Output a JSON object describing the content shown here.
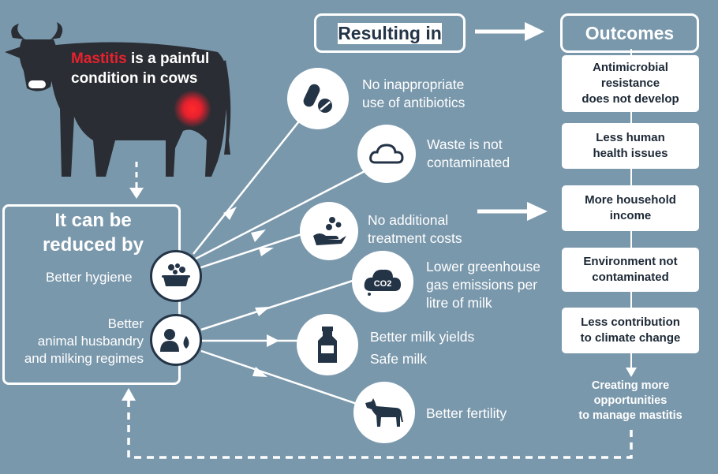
{
  "header": {
    "resulting_in": "Resulting in",
    "outcomes": "Outcomes"
  },
  "cow": {
    "highlight": "Mastitis",
    "rest_line1": " is a painful",
    "line2": "condition in cows"
  },
  "reduce": {
    "title_line1": "It can be",
    "title_line2": "reduced by",
    "hygiene": "Better hygiene",
    "husbandry_line1": "Better",
    "husbandry_line2": "animal husbandry",
    "husbandry_line3": "and milking regimes"
  },
  "results": [
    {
      "line1": "No inappropriate",
      "line2": "use of antibiotics"
    },
    {
      "line1": "Waste is not",
      "line2": "contaminated"
    },
    {
      "line1": "No additional",
      "line2": "treatment costs"
    },
    {
      "line1": "Lower greenhouse",
      "line2": "gas emissions per",
      "line3": "litre of milk"
    },
    {
      "line1": "Better milk yields",
      "line2": "Safe milk"
    },
    {
      "line1": "Better fertility"
    }
  ],
  "outcomes": [
    {
      "line1": "Antimicrobial",
      "line2": "resistance",
      "line3": "does not develop"
    },
    {
      "line1": "Less human",
      "line2": "health issues"
    },
    {
      "line1": "More household",
      "line2": "income"
    },
    {
      "line1": "Environment not",
      "line2": "contaminated"
    },
    {
      "line1": "Less contribution",
      "line2": "to climate change"
    }
  ],
  "closing": {
    "line1": "Creating more",
    "line2": "opportunities",
    "line3": "to manage mastitis"
  },
  "co2_label": "CO2",
  "colors": {
    "background": "#7a98ac",
    "dark": "#243447",
    "highlight": "#e8212e",
    "white": "#ffffff"
  },
  "icons": [
    "cow-silhouette-icon",
    "pills-icon",
    "cloud-icon",
    "hand-coins-icon",
    "co2-cloud-icon",
    "milk-can-icon",
    "calf-icon",
    "washing-bowl-icon",
    "farmer-droplet-icon"
  ]
}
